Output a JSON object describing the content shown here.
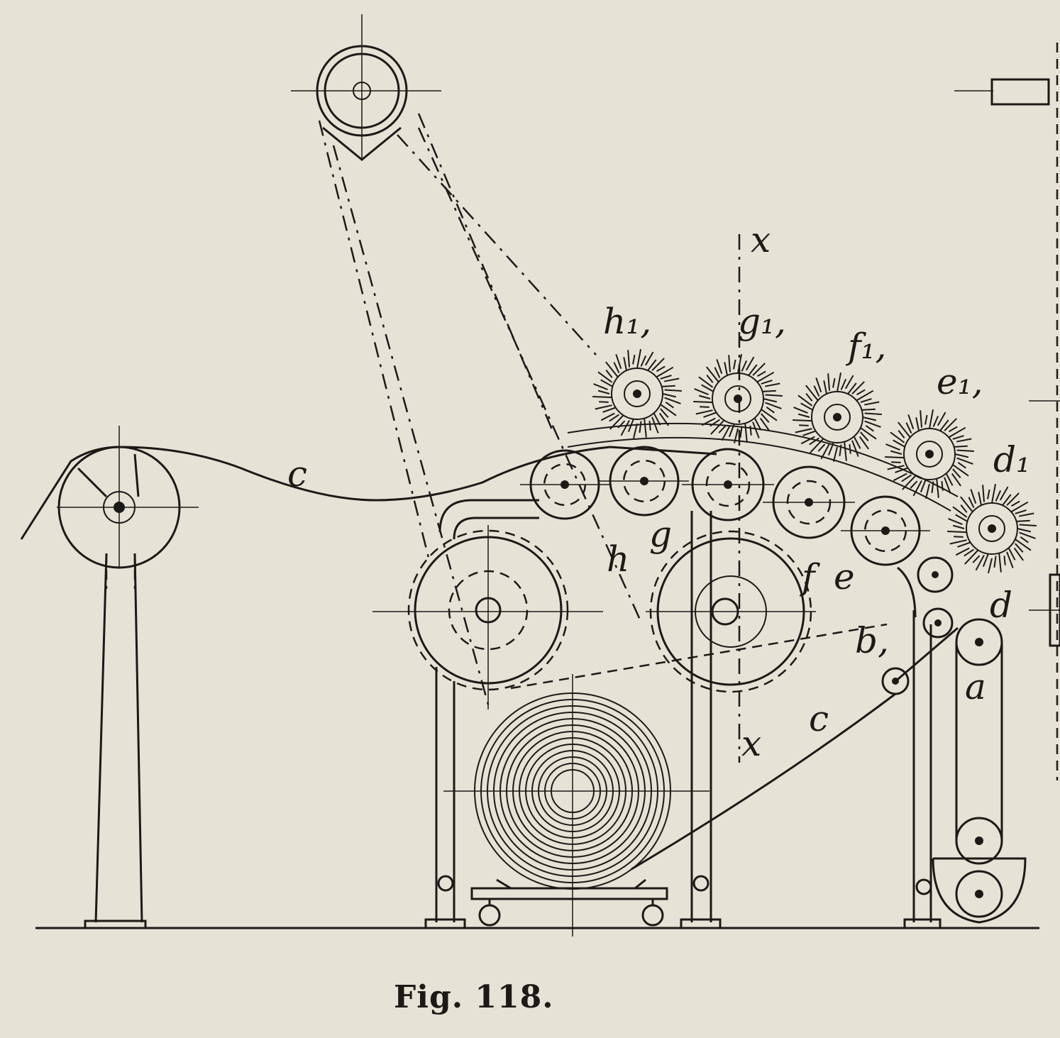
{
  "caption": "Fig. 118.",
  "labels": {
    "c_left": "c",
    "x_top": "x",
    "h1": "h₁,",
    "g1": "g₁,",
    "f1": "f₁,",
    "e1": "e₁,",
    "d1": "d₁",
    "h": "h",
    "g": "g",
    "f": "f",
    "e": "e",
    "d": "d",
    "b": "b,",
    "a": "a",
    "x_bottom": "x",
    "c_bottom": "c"
  },
  "colors": {
    "paper": "#e7e2d6",
    "ink": "#1c1a17"
  }
}
